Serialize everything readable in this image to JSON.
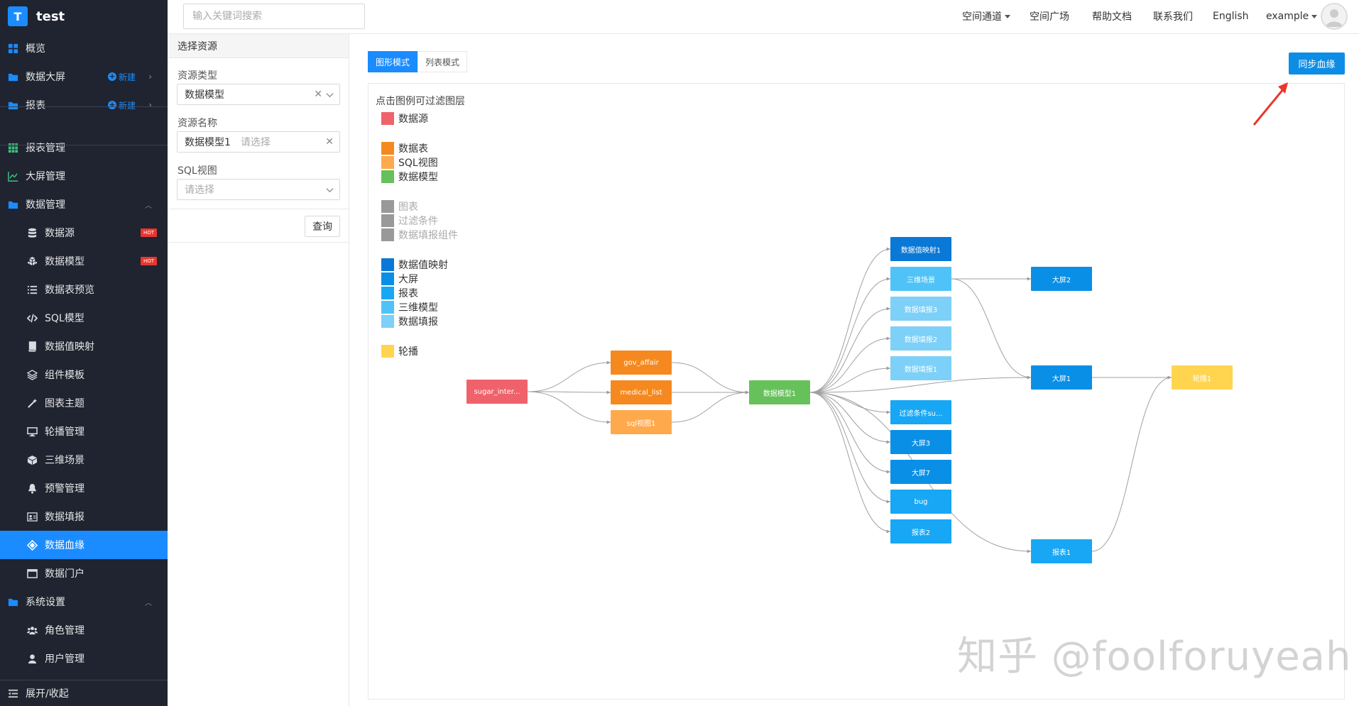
{
  "brand": {
    "logo_letter": "T",
    "name": "test"
  },
  "sidebar": {
    "items": [
      {
        "label": "概览",
        "icon": "grid-icon"
      },
      {
        "label": "数据大屏",
        "icon": "folder-icon",
        "new_label": "新建"
      },
      {
        "label": "报表",
        "icon": "folder-icon",
        "new_label": "新建"
      },
      {
        "label": "报表管理",
        "icon": "table-grid-icon"
      },
      {
        "label": "大屏管理",
        "icon": "line-chart-icon"
      },
      {
        "label": "数据管理",
        "icon": "folder-icon"
      },
      {
        "label": "数据源",
        "icon": "database-icon",
        "badge": "HOT"
      },
      {
        "label": "数据模型",
        "icon": "cubes-icon",
        "badge": "HOT"
      },
      {
        "label": "数据表预览",
        "icon": "list-icon"
      },
      {
        "label": "SQL模型",
        "icon": "code-icon"
      },
      {
        "label": "数据值映射",
        "icon": "book-icon"
      },
      {
        "label": "组件模板",
        "icon": "layers-icon"
      },
      {
        "label": "图表主题",
        "icon": "magic-wand-icon"
      },
      {
        "label": "轮播管理",
        "icon": "monitor-icon"
      },
      {
        "label": "三维场景",
        "icon": "cube-icon"
      },
      {
        "label": "预警管理",
        "icon": "bell-icon"
      },
      {
        "label": "数据填报",
        "icon": "id-card-icon"
      },
      {
        "label": "数据血缘",
        "icon": "lineage-icon"
      },
      {
        "label": "数据门户",
        "icon": "window-icon"
      },
      {
        "label": "系统设置",
        "icon": "folder-icon"
      },
      {
        "label": "角色管理",
        "icon": "users-icon"
      },
      {
        "label": "用户管理",
        "icon": "user-icon"
      }
    ],
    "footer": "展开/收起"
  },
  "topbar": {
    "search_placeholder": "输入关键词搜索",
    "nav": [
      "空间通道",
      "空间广场",
      "帮助文档",
      "联系我们",
      "English",
      "example"
    ]
  },
  "filter": {
    "title": "选择资源",
    "type_label": "资源类型",
    "type_value": "数据模型",
    "name_label": "资源名称",
    "name_value": "数据模型1",
    "name_placeholder": "请选择",
    "sql_label": "SQL视图",
    "sql_placeholder": "请选择",
    "query": "查询"
  },
  "main": {
    "tabs": [
      "图形模式",
      "列表模式"
    ],
    "sync": "同步血缘",
    "hint": "点击图例可过滤图层"
  },
  "legend": [
    {
      "label": "数据源",
      "color": "#f0626b",
      "enabled": true
    },
    {
      "label": "数据表",
      "color": "#f5891f",
      "enabled": true
    },
    {
      "label": "SQL视图",
      "color": "#ffa94d",
      "enabled": true
    },
    {
      "label": "数据模型",
      "color": "#66c15a",
      "enabled": true
    },
    {
      "label": "图表",
      "color": "#999999",
      "enabled": false
    },
    {
      "label": "过滤条件",
      "color": "#999999",
      "enabled": false
    },
    {
      "label": "数据填报组件",
      "color": "#999999",
      "enabled": false
    },
    {
      "label": "数据值映射",
      "color": "#0a78d6",
      "enabled": true
    },
    {
      "label": "大屏",
      "color": "#0a8fe6",
      "enabled": true
    },
    {
      "label": "报表",
      "color": "#18a7f5",
      "enabled": true
    },
    {
      "label": "三维模型",
      "color": "#4fc3f7",
      "enabled": true
    },
    {
      "label": "数据填报",
      "color": "#7dd0f8",
      "enabled": true
    },
    {
      "label": "轮播",
      "color": "#ffd54f",
      "enabled": true
    }
  ],
  "nodes": [
    {
      "id": "src",
      "label": "sugar_inter...",
      "color": "#f0626b"
    },
    {
      "id": "gov",
      "label": "gov_affair",
      "color": "#f5891f"
    },
    {
      "id": "med",
      "label": "medical_list",
      "color": "#f5891f"
    },
    {
      "id": "sqlv",
      "label": "sql视图1",
      "color": "#ffa94d"
    },
    {
      "id": "model",
      "label": "数据模型1",
      "color": "#66c15a"
    },
    {
      "id": "map1",
      "label": "数据值映射1",
      "color": "#0a78d6"
    },
    {
      "id": "scene",
      "label": "三维场景",
      "color": "#4fc3f7"
    },
    {
      "id": "fill3",
      "label": "数据填报3",
      "color": "#7dd0f8"
    },
    {
      "id": "fill2",
      "label": "数据填报2",
      "color": "#7dd0f8"
    },
    {
      "id": "fill1",
      "label": "数据填报1",
      "color": "#7dd0f8"
    },
    {
      "id": "cond",
      "label": "过滤条件su...",
      "color": "#18a7f5"
    },
    {
      "id": "s3",
      "label": "大屏3",
      "color": "#0a8fe6"
    },
    {
      "id": "s7",
      "label": "大屏7",
      "color": "#0a8fe6"
    },
    {
      "id": "bug",
      "label": "bug",
      "color": "#18a7f5"
    },
    {
      "id": "r2",
      "label": "报表2",
      "color": "#18a7f5"
    },
    {
      "id": "s2",
      "label": "大屏2",
      "color": "#0a8fe6"
    },
    {
      "id": "s1",
      "label": "大屏1",
      "color": "#0a8fe6"
    },
    {
      "id": "r1",
      "label": "报表1",
      "color": "#18a7f5"
    },
    {
      "id": "carousel",
      "label": "轮播1",
      "color": "#ffd54f"
    }
  ],
  "edges": [
    [
      "src",
      "gov"
    ],
    [
      "src",
      "med"
    ],
    [
      "src",
      "sqlv"
    ],
    [
      "gov",
      "model"
    ],
    [
      "med",
      "model"
    ],
    [
      "sqlv",
      "model"
    ],
    [
      "model",
      "map1"
    ],
    [
      "model",
      "scene"
    ],
    [
      "model",
      "fill3"
    ],
    [
      "model",
      "fill2"
    ],
    [
      "model",
      "fill1"
    ],
    [
      "model",
      "cond"
    ],
    [
      "model",
      "s3"
    ],
    [
      "model",
      "s7"
    ],
    [
      "model",
      "bug"
    ],
    [
      "model",
      "r2"
    ],
    [
      "model",
      "s1"
    ],
    [
      "model",
      "r1"
    ],
    [
      "scene",
      "s2"
    ],
    [
      "scene",
      "s1"
    ],
    [
      "s1",
      "carousel"
    ],
    [
      "r1",
      "carousel"
    ]
  ],
  "watermark": "知乎 @foolforuyeah"
}
